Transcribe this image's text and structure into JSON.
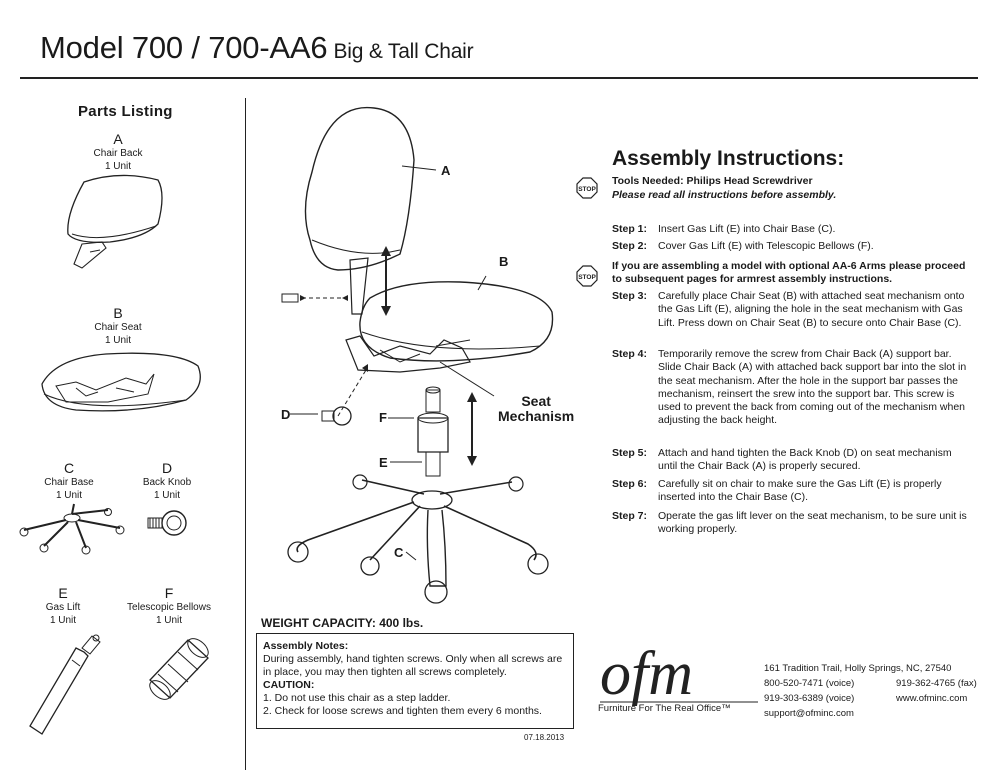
{
  "header": {
    "title": "Model 700 / 700-AA6",
    "subtitle": "Big & Tall Chair"
  },
  "parts": {
    "heading": "Parts Listing",
    "items": [
      {
        "letter": "A",
        "name": "Chair Back",
        "qty": "1 Unit"
      },
      {
        "letter": "B",
        "name": "Chair Seat",
        "qty": "1 Unit"
      },
      {
        "letter": "C",
        "name": "Chair Base",
        "qty": "1 Unit"
      },
      {
        "letter": "D",
        "name": "Back Knob",
        "qty": "1 Unit"
      },
      {
        "letter": "E",
        "name": "Gas Lift",
        "qty": "1 Unit"
      },
      {
        "letter": "F",
        "name": "Telescopic Bellows",
        "qty": "1 Unit"
      }
    ]
  },
  "diagram": {
    "labels": {
      "a": "A",
      "b": "B",
      "c": "C",
      "d": "D",
      "e": "E",
      "f": "F"
    },
    "seat_mechanism": [
      "Seat",
      "Mechanism"
    ]
  },
  "instructions": {
    "title": "Assembly Instructions:",
    "stop": "STOP",
    "tools": "Tools Needed: Philips Head Screwdriver",
    "read_all": "Please read all instructions before assembly.",
    "arms_note": "If you are assembling a model with optional AA-6 Arms please proceed to subsequent pages for armrest assembly instructions.",
    "steps": [
      {
        "label": "Step 1:",
        "text": "Insert Gas Lift (E) into Chair Base (C)."
      },
      {
        "label": "Step 2:",
        "text": "Cover Gas Lift (E) with Telescopic Bellows (F)."
      },
      {
        "label": "Step 3:",
        "text": "Carefully place Chair Seat (B) with attached seat mechanism onto the Gas Lift (E), aligning the hole in the seat mechanism with Gas Lift. Press down on Chair Seat (B) to secure onto Chair Base (C)."
      },
      {
        "label": "Step 4:",
        "text": "Temporarily remove the screw from Chair Back (A) support bar. Slide Chair Back (A) with attached back support bar into the slot in the seat mechanism. After the hole in the support bar passes the mechanism, reinsert the srew into the support bar. This screw is used to prevent the back from coming out of the mechanism when adjusting the back height."
      },
      {
        "label": "Step 5:",
        "text": "Attach and hand tighten the Back Knob (D) on seat mechanism until the Chair Back (A) is properly secured."
      },
      {
        "label": "Step 6:",
        "text": "Carefully sit on chair to make sure the Gas Lift (E) is properly inserted into the Chair Base (C)."
      },
      {
        "label": "Step 7:",
        "text": "Operate the gas lift lever on the seat mechanism, to be sure unit is working properly."
      }
    ]
  },
  "weight_capacity": "WEIGHT CAPACITY: 400 lbs.",
  "notes": {
    "heading": "Assembly Notes:",
    "text": "During assembly, hand tighten screws. Only when all screws are in place, you may then tighten all screws completely.",
    "caution_heading": "CAUTION:",
    "caution_items": [
      "1. Do not use this chair as a step ladder.",
      "2. Check for loose screws and tighten them every 6 months."
    ]
  },
  "date": "07.18.2013",
  "company": {
    "logo_text": "ofm",
    "tagline": "Furniture For The Real Office™",
    "address": "161 Tradition Trail, Holly Springs, NC, 27540",
    "phone_voice": "800-520-7471 (voice)",
    "fax": "919-362-4765 (fax)",
    "phone_voice2": "919-303-6389 (voice)",
    "website": "www.ofminc.com",
    "email": "support@ofminc.com"
  }
}
